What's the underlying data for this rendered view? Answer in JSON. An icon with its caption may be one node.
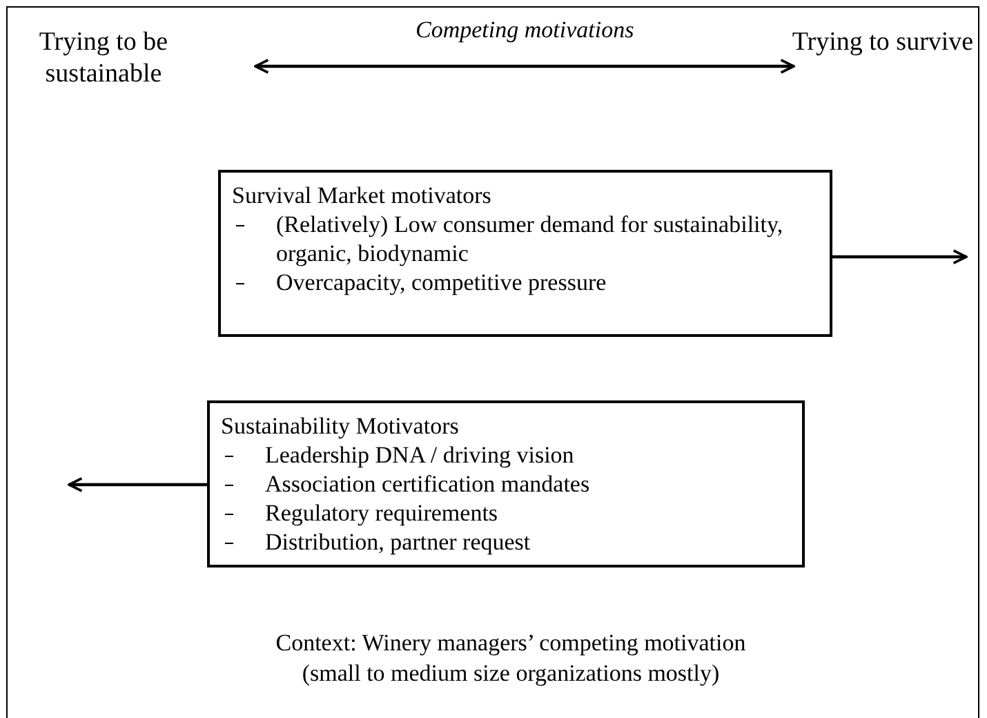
{
  "diagram": {
    "nodes": [
      {
        "text": [
          "Trying to be sustainable"
        ]
      },
      {
        "text": [
          "Trying to survive"
        ]
      },
      {
        "text": [
          "Survival Market motivators",
          "(Relatively) Low consumer demand for sustainability, organic, biodynamic",
          "Overcapacity, competitive pressure"
        ]
      },
      {
        "text": [
          "Sustainability Motivators",
          "Leadership DNA / driving vision",
          "Association certification mandates",
          "Regulatory requirements",
          "Distribution, partner request"
        ]
      }
    ],
    "edges": [
      {
        "from": 0,
        "to": 1,
        "arrow": "both",
        "label": "Competing motivations"
      },
      {
        "from": 2,
        "to": null,
        "arrow": "to"
      },
      {
        "from": 3,
        "to": null,
        "arrow": "to"
      }
    ],
    "caption": "Context: Winery managers’ competing motivation (small to medium size organizations mostly)"
  }
}
